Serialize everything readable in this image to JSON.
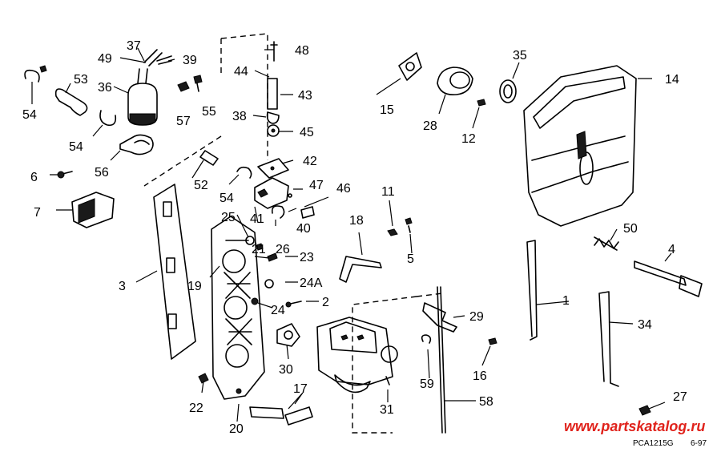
{
  "labels": {
    "p37": "37",
    "p49": "49",
    "p39": "39",
    "p48": "48",
    "p53": "53",
    "p36": "36",
    "p44": "44",
    "p54a": "54",
    "p57": "57",
    "p55": "55",
    "p43": "43",
    "p15": "15",
    "p28": "28",
    "p35": "35",
    "p14": "14",
    "p38": "38",
    "p45": "45",
    "p12": "12",
    "p54b": "54",
    "p56": "56",
    "p42": "42",
    "p6": "6",
    "p52": "52",
    "p54c": "54",
    "p47": "47",
    "p46": "46",
    "p11": "11",
    "p7": "7",
    "p25": "25",
    "p41": "41",
    "p40": "40",
    "p18": "18",
    "p50": "50",
    "p4": "4",
    "p21": "21",
    "p26": "26",
    "p23": "23",
    "p5": "5",
    "p3": "3",
    "p19": "19",
    "p24A": "24A",
    "p1": "1",
    "p24": "24",
    "p2": "2",
    "p29": "29",
    "p34": "34",
    "p30": "30",
    "p16": "16",
    "p59": "59",
    "p22": "22",
    "p17": "17",
    "p27": "27",
    "p31": "31",
    "p58": "58",
    "p20": "20"
  },
  "footer": {
    "watermark": "www.partskatalog.ru",
    "catalog_code": "PCA1215G",
    "date_code": "6-97"
  }
}
